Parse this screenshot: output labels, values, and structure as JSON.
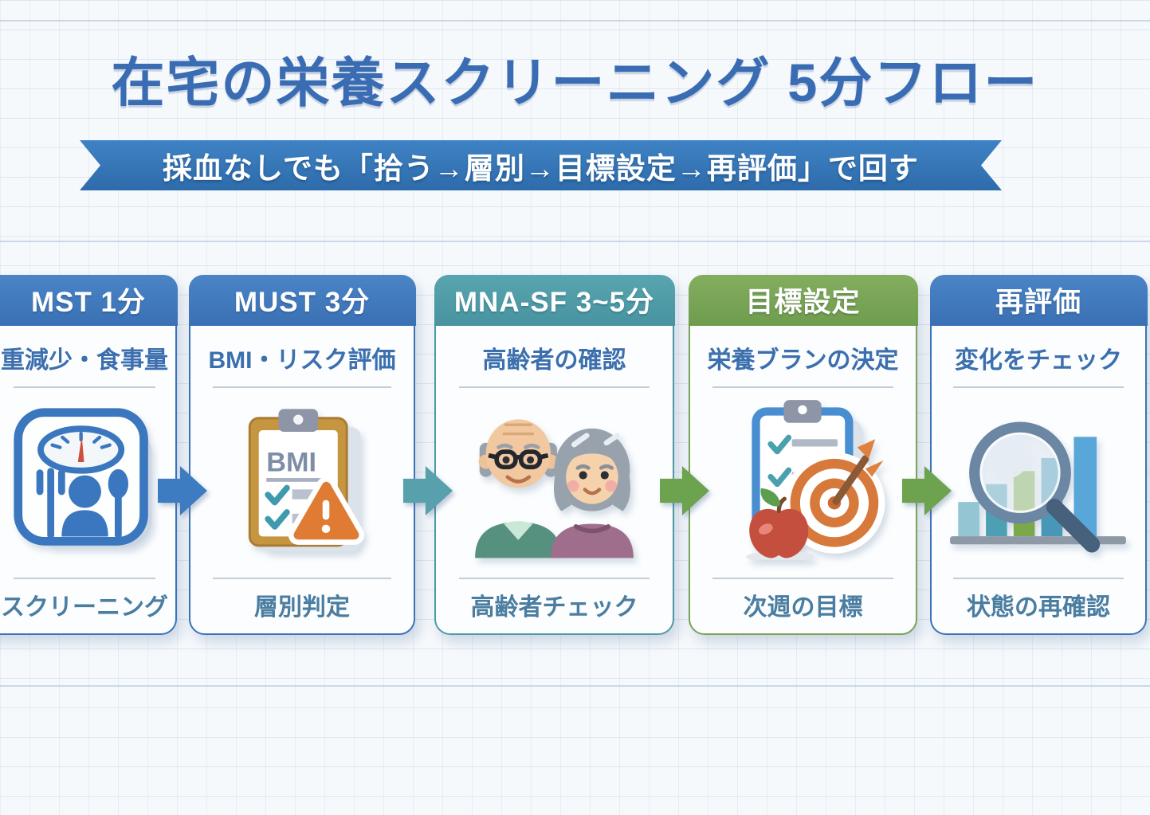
{
  "page": {
    "title": "在宅の栄養スクリーニング 5分フロー",
    "banner": "採血なしでも「拾う→層別→目標設定→再評価」で回す"
  },
  "cards": [
    {
      "id": "mst",
      "title": "MST 1分",
      "subtitle": "重減少・食事量",
      "caption": "スクリーニング",
      "accent": "#3a73b9",
      "icon": "weight-scale-fork-spoon"
    },
    {
      "id": "must",
      "title": "MUST 3分",
      "subtitle": "BMI・リスク評価",
      "caption": "層別判定",
      "accent": "#3a73b9",
      "icon": "bmi-clipboard-warning",
      "icon_text": "BMI"
    },
    {
      "id": "mna-sf",
      "title": "MNA-SF 3~5分",
      "subtitle": "高齢者の確認",
      "caption": "高齢者チェック",
      "accent": "#4d9aa6",
      "icon": "elderly-couple"
    },
    {
      "id": "goal",
      "title": "目標設定",
      "subtitle": "栄養ブランの決定",
      "caption": "次週の目標",
      "accent": "#79a356",
      "icon": "plan-clipboard-target-apple"
    },
    {
      "id": "reassess",
      "title": "再評価",
      "subtitle": "変化をチェック",
      "caption": "状態の再確認",
      "accent": "#3a73b9",
      "icon": "magnifier-bar-chart"
    }
  ],
  "arrows": [
    {
      "between": "mst-must",
      "color": "#3d7cc0"
    },
    {
      "between": "must-mna",
      "color": "#57a0ac"
    },
    {
      "between": "mna-goal",
      "color": "#6da24e"
    },
    {
      "between": "goal-reassess",
      "color": "#6da24e"
    }
  ],
  "colors": {
    "title_text": "#3a6cb4",
    "ribbon": "#3579bd",
    "subtitle_text": "#3b6fae",
    "caption_text": "#4a7da0",
    "background": "#f6f9fc"
  }
}
